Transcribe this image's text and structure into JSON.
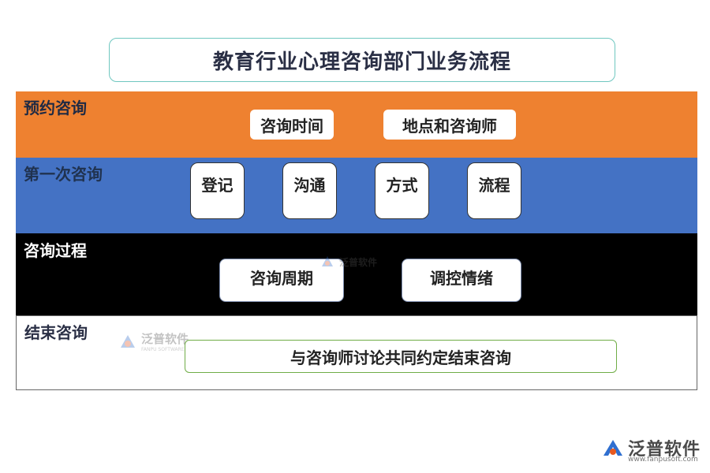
{
  "title": "教育行业心理咨询部门业务流程",
  "bands": [
    {
      "label": "预约咨询",
      "items": [
        "咨询时间",
        "地点和咨询师"
      ]
    },
    {
      "label": "第一次咨询",
      "items": [
        "登记",
        "沟通",
        "方式",
        "流程"
      ]
    },
    {
      "label": "咨询过程",
      "items": [
        "咨询周期",
        "调控情绪"
      ]
    },
    {
      "label": "结束咨询",
      "items": [
        "与咨询师讨论共同约定结束咨询"
      ]
    }
  ],
  "watermark": {
    "name": "泛普软件",
    "sub": "FANPU SOFTWARE",
    "url": "www.fanpusoft.com"
  },
  "colors": {
    "orange": "#ee8130",
    "blue": "#4472c4",
    "black": "#000000"
  }
}
